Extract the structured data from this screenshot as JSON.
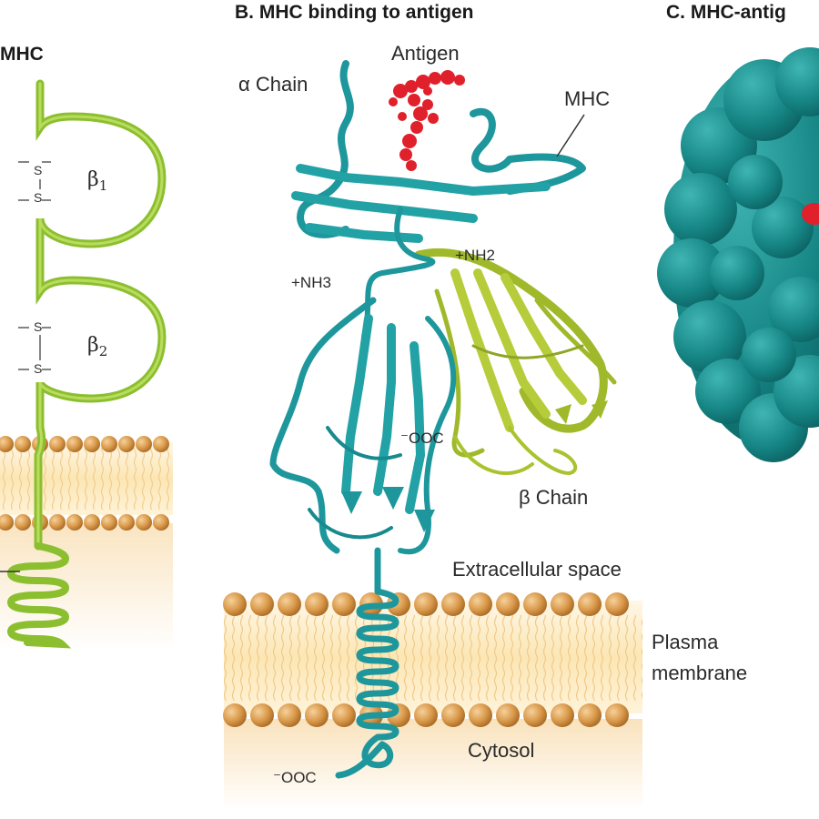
{
  "panels": {
    "a_title_fragment": "MHC",
    "b_title": "B. MHC binding to antigen",
    "c_title_fragment": "C. MHC-antig"
  },
  "panel_a": {
    "disulfide_1": "S",
    "disulfide_2": "S",
    "disulfide_3": "S",
    "disulfide_4": "S",
    "domain_beta1": "β",
    "domain_beta1_sub": "1",
    "domain_beta2": "β",
    "domain_beta2_sub": "2"
  },
  "panel_b": {
    "antigen_label": "Antigen",
    "alpha_chain_label": "α Chain",
    "mhc_label": "MHC",
    "nh3_label": "+NH3",
    "nh2_label": "+NH2",
    "ooc_label": "⁻OOC",
    "beta_chain_label": "β Chain",
    "extracellular_label": "Extracellular space",
    "plasma_membrane_line1": "Plasma",
    "plasma_membrane_line2": "membrane",
    "cytosol_label": "Cytosol",
    "ooc_bottom_label": "⁻OOC"
  },
  "colors": {
    "alpha_chain": "#1f9aa0",
    "beta_chain": "#a8bf2c",
    "antigen": "#e0202a",
    "lipid_head": "#d99b55",
    "membrane_band": "#fbe6b4",
    "panel_a_chain": "#9ccc3c",
    "surface_model": "#178c8c"
  }
}
